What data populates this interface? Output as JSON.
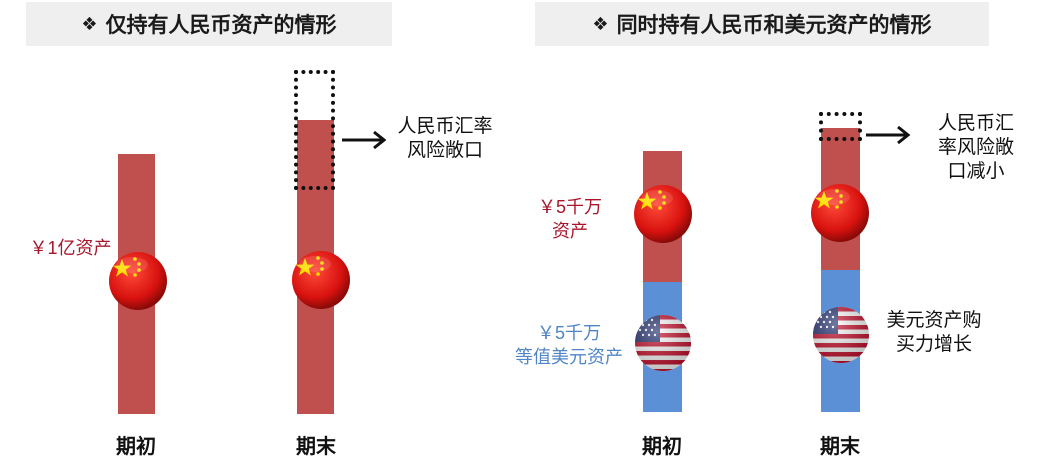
{
  "left_panel": {
    "title": "仅持有人民币资产的情形",
    "bullet": "❖",
    "start_label": "期初",
    "end_label": "期末",
    "asset_label": "￥1亿资产",
    "exposure_label_line1": "人民币汇率",
    "exposure_label_line2": "风险敞口"
  },
  "right_panel": {
    "title": "同时持有人民币和美元资产的情形",
    "bullet": "❖",
    "start_label": "期初",
    "end_label": "期末",
    "rmb_label_line1": "￥5千万",
    "rmb_label_line2": "资产",
    "usd_label_line1": "￥5千万",
    "usd_label_line2": "等值美元资产",
    "exposure_label_line1": "人民币汇",
    "exposure_label_line2": "率风险敞",
    "exposure_label_line3": "口减小",
    "usd_power_line1": "美元资产购",
    "usd_power_line2": "买力增长"
  },
  "colors": {
    "rmb_bar": "#c0504d",
    "usd_bar": "#5b8fd6",
    "title_bg": "#efefef",
    "rmb_text": "#a8162b",
    "usd_text": "#4f86c6"
  },
  "icons": [
    "china-flag-icon",
    "usa-flag-icon",
    "arrow-right-icon"
  ]
}
